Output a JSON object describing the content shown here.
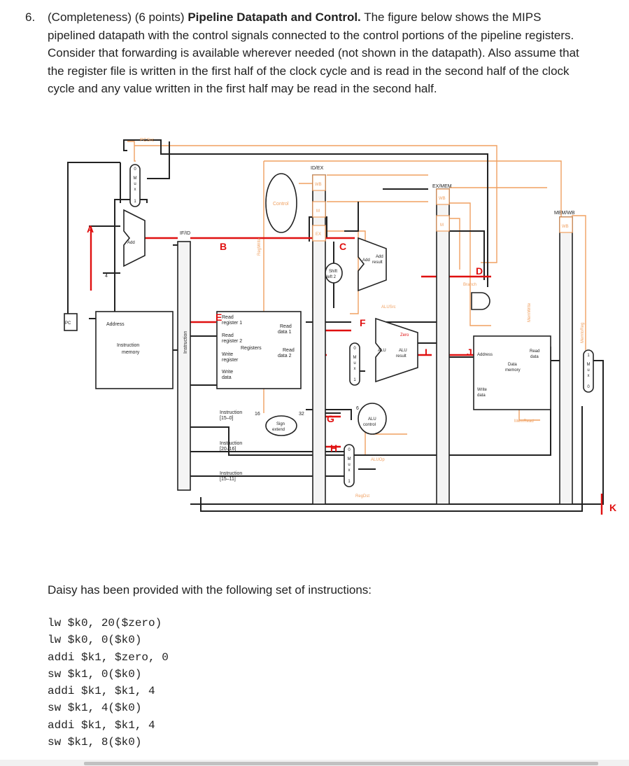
{
  "question": {
    "number": "6.",
    "prefix": "(Completeness) (6 points) ",
    "title": "Pipeline Datapath and Control.",
    "text": " The figure below shows the MIPS pipelined datapath with the control signals connected to the control portions of the pipeline registers. Consider that forwarding is available wherever needed (not shown in the datapath).  Also assume that the register file is written in the first half of the clock cycle and is read in the second half of the clock cycle and any value written in the first half may be read in the second half."
  },
  "diagram": {
    "markers": [
      "A",
      "B",
      "C",
      "D",
      "E",
      "F",
      "G",
      "H",
      "I",
      "J",
      "K"
    ],
    "labels": {
      "pcsrc": "PCSrc",
      "pc": "PC",
      "add": "Add",
      "four": "4",
      "address": "Address",
      "instr_mem_1": "Instruction",
      "instr_mem_2": "memory",
      "instruction_vert": "Instruction",
      "if_id": "IF/ID",
      "id_ex": "ID/EX",
      "ex_mem": "EX/MEM",
      "mem_wb": "MEM/WB",
      "control": "Control",
      "wb": "WB",
      "m": "M",
      "ex": "EX",
      "regwrite": "RegWrite",
      "read_reg1_a": "Read",
      "read_reg1_b": "register 1",
      "read_reg2_a": "Read",
      "read_reg2_b": "register 2",
      "write_reg_a": "Write",
      "write_reg_b": "register",
      "write_data_a": "Write",
      "write_data_b": "data",
      "read_data1_a": "Read",
      "read_data1_b": "data 1",
      "read_data2_a": "Read",
      "read_data2_b": "data 2",
      "registers": "Registers",
      "instr_15_0_a": "Instruction",
      "instr_15_0_b": "[15–0]",
      "sign_a": "Sign",
      "sign_b": "extend",
      "n16": "16",
      "n32": "32",
      "n6": "6",
      "instr_20_16_a": "Instruction",
      "instr_20_16_b": "[20–16]",
      "instr_15_11_a": "Instruction",
      "instr_15_11_b": "[15–11]",
      "shift_a": "Shift",
      "shift_b": "left 2",
      "add_result_a": "Add",
      "add_result_b": "result",
      "alusrc": "ALUSrc",
      "zero": "Zero",
      "alu": "ALU",
      "alu_result_a": "ALU",
      "alu_result_b": "result",
      "alu_control_a": "ALU",
      "alu_control_b": "control",
      "aluop": "ALUOp",
      "regdst": "RegDst",
      "branch": "Branch",
      "memwrite": "MemWrite",
      "memread": "MemRead",
      "memtoreg": "MemtoReg",
      "dm_address": "Address",
      "dm_read_a": "Read",
      "dm_read_b": "data",
      "dm_a": "Data",
      "dm_b": "memory",
      "dm_write_a": "Write",
      "dm_write_b": "data",
      "mux0": "0",
      "mux1": "1",
      "mux_m": "M",
      "mux_u": "u",
      "mux_x": "x"
    }
  },
  "intro": "Daisy has been provided with the following set of instructions:",
  "code": [
    "lw $k0, 20($zero)",
    "lw $k0, 0($k0)",
    "addi $k1, $zero, 0",
    "sw $k1, 0($k0)",
    "addi $k1, $k1, 4",
    "sw $k1, 4($k0)",
    "addi $k1, $k1, 4",
    "sw $k1, 8($k0)"
  ],
  "colors": {
    "control_line": "#f0a060",
    "marker_red": "#e01010",
    "wire": "#222222"
  }
}
